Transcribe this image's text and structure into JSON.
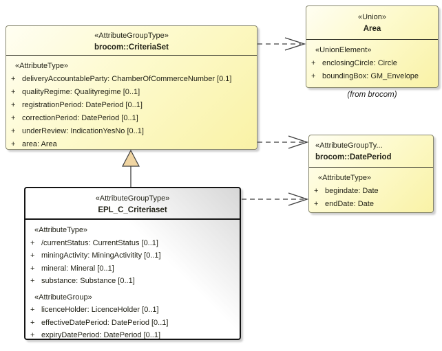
{
  "symbols": {
    "plus": "+"
  },
  "colors": {
    "box_fill_yellow": "#f9f2a6",
    "box_fill_plain": "#ffffff",
    "connector": "#3f3f3f",
    "generalization_arrow_fill": "#f0d5a2",
    "generalization_arrow_stroke": "#3c3c3c"
  },
  "boxes": {
    "criteriaSet": {
      "stereotype": "«AttributeGroupType»",
      "name": "brocom::CriteriaSet",
      "attrStereotype": "«AttributeType»",
      "attributes": [
        "deliveryAccountableParty: ChamberOfCommerceNumber [0.1]",
        "qualityRegime: Qualityregime [0..1]",
        "registrationPeriod: DatePeriod [0..1]",
        "correctionPeriod: DatePeriod [0..1]",
        "underReview: IndicationYesNo [0..1]",
        "area: Area"
      ]
    },
    "area": {
      "stereotype": "«Union»",
      "name": "Area",
      "attrStereotype": "«UnionElement»",
      "attributes": [
        "enclosingCircle: Circle",
        "boundingBox: GM_Envelope"
      ],
      "caption": "(from brocom)"
    },
    "datePeriod": {
      "stereotype": "«AttributeGroupTy...",
      "name": "brocom::DatePeriod",
      "attrStereotype": "«AttributeType»",
      "attributes": [
        "begindate: Date",
        "endDate: Date"
      ]
    },
    "eplCriteriaset": {
      "stereotype": "«AttributeGroupType»",
      "name": "EPL_C_Criteriaset",
      "attrTypeStereotype": "«AttributeType»",
      "typeAttributes": [
        "/currentStatus: CurrentStatus [0..1]",
        "miningActivity: MiningActivitity [0..1]",
        "mineral: Mineral [0..1]",
        "substance: Substance [0..1]"
      ],
      "attrGroupStereotype": "«AttributeGroup»",
      "groupAttributes": [
        "licenceHolder: LicenceHolder [0..1]",
        "effectiveDatePeriod: DatePeriod [0..1]",
        "expiryDatePeriod: DatePeriod [0..1]"
      ]
    }
  }
}
